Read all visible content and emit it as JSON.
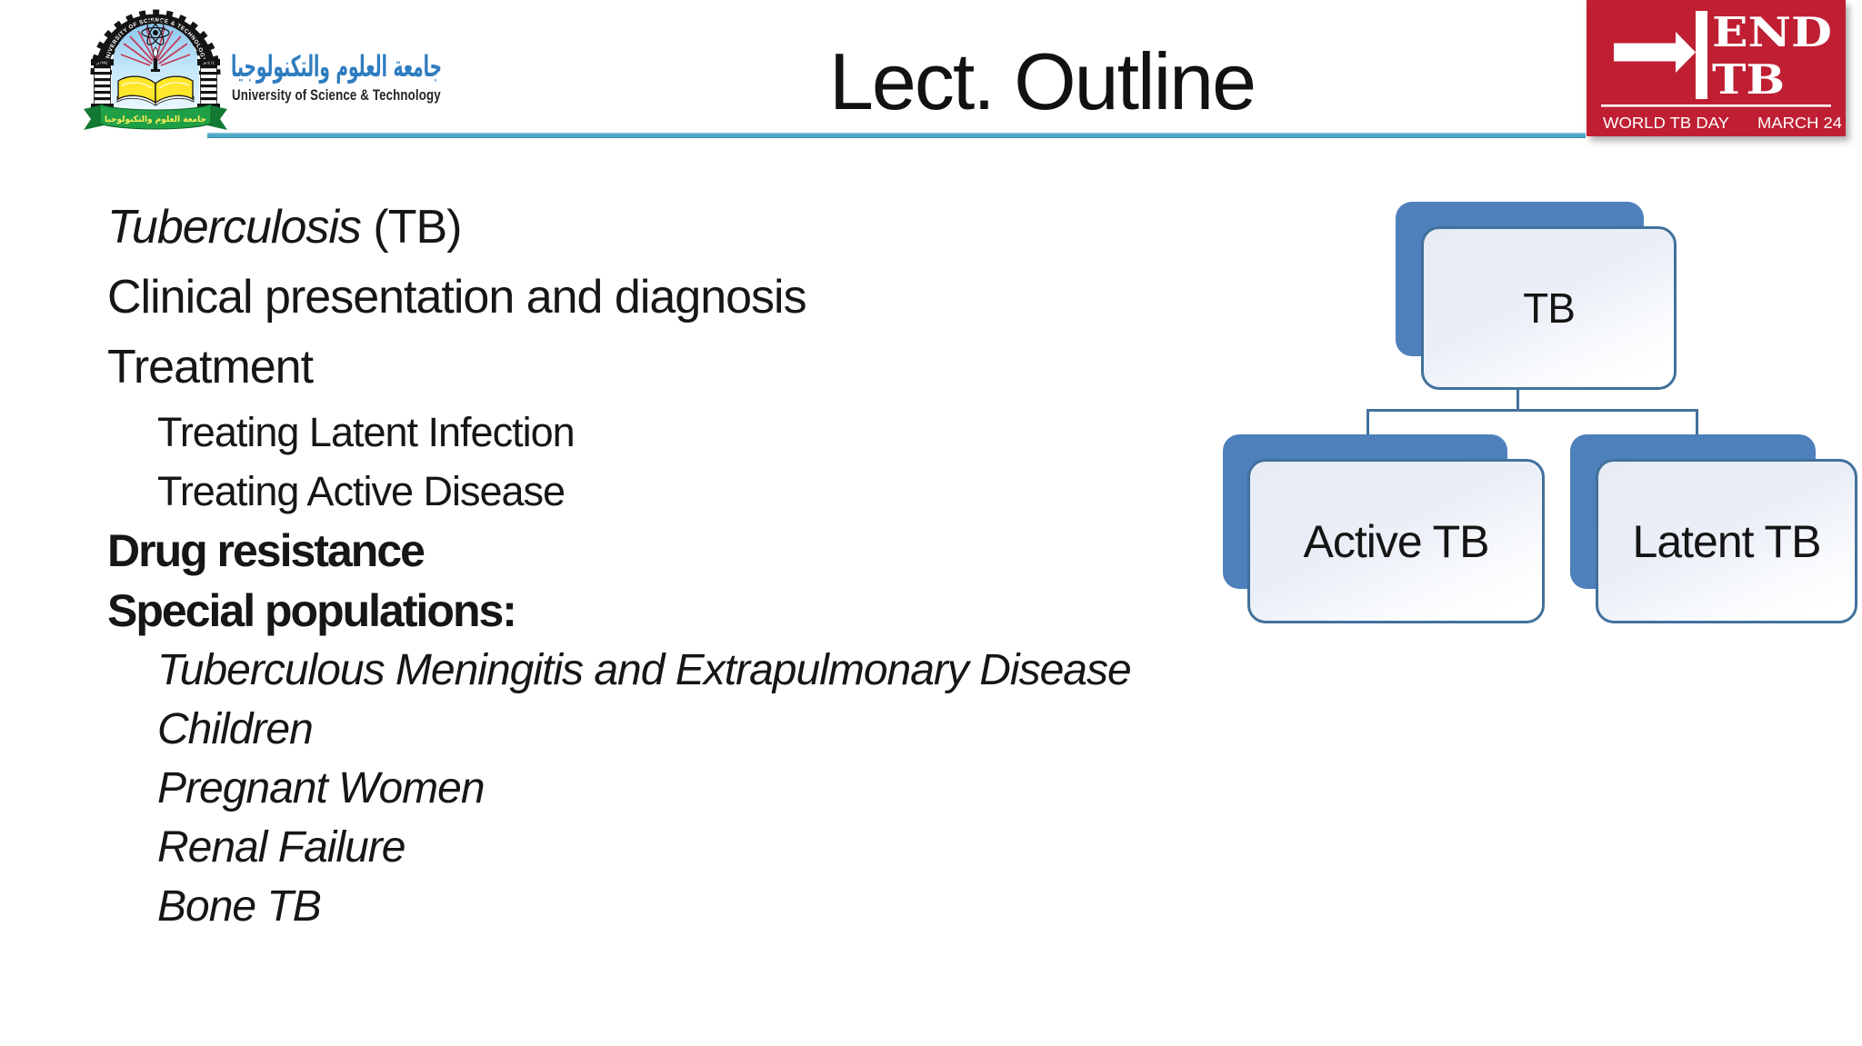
{
  "colors": {
    "accent_line": "#4fa6c5",
    "diagram_fill": "#4e80bc",
    "diagram_border": "#41719c",
    "endtb_red": "#c01f33",
    "calligraphy_blue": "#2f7cc0",
    "ribbon_green": "#1fa047",
    "book_yellow": "#ffe72b",
    "sky_blue": "#9ed1f0"
  },
  "header": {
    "title": "Lect. Outline",
    "logo": {
      "arc_text": "UNIVERSITY OF SCIENCE & TECHNOLOGY",
      "arabic_calligraphy": "جامعة العلوم والتكنولوجيا",
      "english_name": "University of Science & Technology",
      "ribbon_arabic": "جامعة العلوم والتكنولوجيا",
      "left_column_year": "١٩٩٤م",
      "right_column_year": "١٤١٤هـ"
    },
    "endtb_badge": {
      "word1": "END",
      "word2": "TB",
      "footer_left": "WORLD TB DAY",
      "footer_right": "MARCH 24"
    }
  },
  "outline": {
    "items": [
      {
        "italic_part": "Tuberculosis",
        "rest_part": " (TB)",
        "style": "main"
      },
      {
        "text": "Clinical presentation and diagnosis",
        "style": "main"
      },
      {
        "text": "Treatment",
        "style": "main"
      },
      {
        "text": "Treating Latent Infection",
        "style": "sub"
      },
      {
        "text": "Treating Active Disease",
        "style": "sub"
      },
      {
        "text": "Drug resistance",
        "style": "bold"
      },
      {
        "text": "Special populations:",
        "style": "bold"
      },
      {
        "text": "Tuberculous Meningitis and Extrapulmonary Disease",
        "style": "sub-italic"
      },
      {
        "text": "Children",
        "style": "sub-italic"
      },
      {
        "text": "Pregnant Women",
        "style": "sub-italic"
      },
      {
        "text": "Renal Failure",
        "style": "sub-italic"
      },
      {
        "text": "Bone TB",
        "style": "sub-italic"
      }
    ]
  },
  "diagram": {
    "root_label": "TB",
    "child1_label": "Active TB",
    "child2_label": "Latent TB"
  }
}
